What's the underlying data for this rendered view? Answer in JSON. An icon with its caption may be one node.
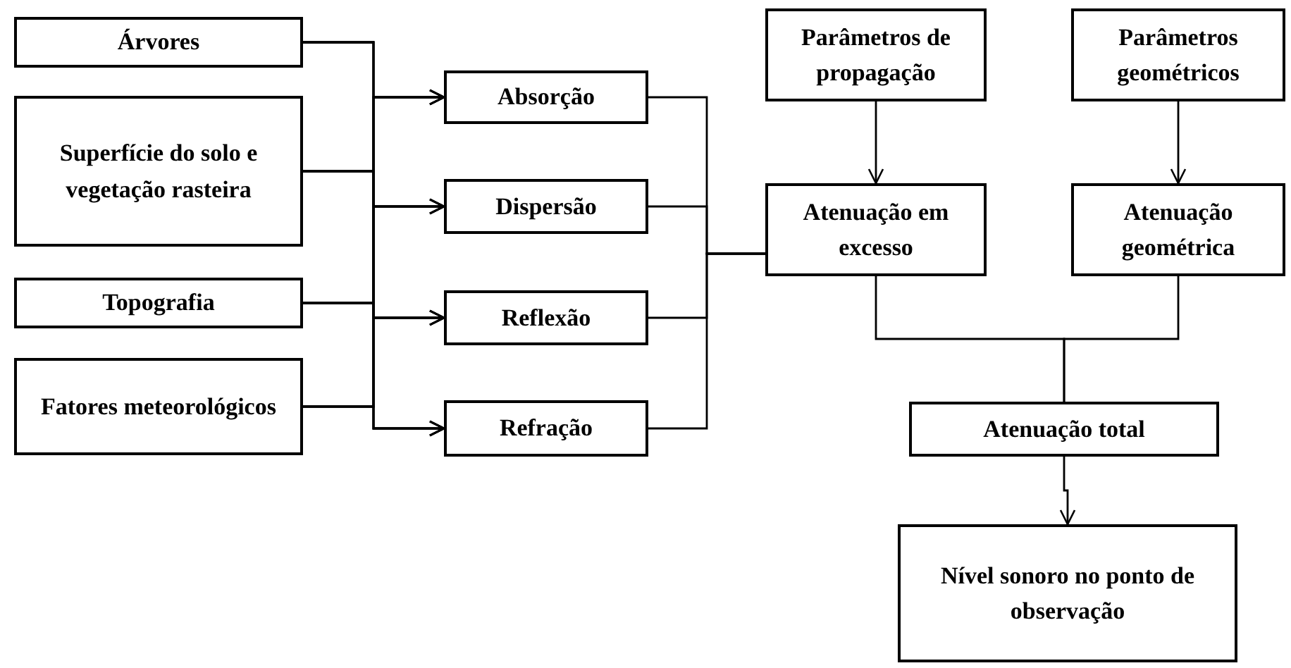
{
  "diagram": {
    "nodes": [
      {
        "text": [
          "Árvores"
        ]
      },
      {
        "text": [
          "Superfície do solo e vegetação rasteira"
        ]
      },
      {
        "text": [
          "Topografia"
        ]
      },
      {
        "text": [
          "Fatores meteorológicos"
        ]
      },
      {
        "text": [
          "Absorção"
        ]
      },
      {
        "text": [
          "Dispersão"
        ]
      },
      {
        "text": [
          "Reflexão"
        ]
      },
      {
        "text": [
          "Refração"
        ]
      },
      {
        "text": [
          "Parâmetros de propagação"
        ]
      },
      {
        "text": [
          "Parâmetros geométricos"
        ]
      },
      {
        "text": [
          "Atenuação em excesso"
        ]
      },
      {
        "text": [
          "Atenuação geométrica"
        ]
      },
      {
        "text": [
          "Atenuação total"
        ]
      },
      {
        "text": [
          "Nível sonoro no ponto de observação"
        ]
      }
    ],
    "edges": [
      {
        "from": 0,
        "to": 4,
        "arrow": "to"
      },
      {
        "from": 0,
        "to": 5,
        "arrow": "to"
      },
      {
        "from": 0,
        "to": 6,
        "arrow": "to"
      },
      {
        "from": 0,
        "to": 7,
        "arrow": "to"
      },
      {
        "from": 1,
        "to": 4,
        "arrow": "to"
      },
      {
        "from": 1,
        "to": 5,
        "arrow": "to"
      },
      {
        "from": 1,
        "to": 6,
        "arrow": "to"
      },
      {
        "from": 1,
        "to": 7,
        "arrow": "to"
      },
      {
        "from": 2,
        "to": 4,
        "arrow": "to"
      },
      {
        "from": 2,
        "to": 5,
        "arrow": "to"
      },
      {
        "from": 2,
        "to": 6,
        "arrow": "to"
      },
      {
        "from": 2,
        "to": 7,
        "arrow": "to"
      },
      {
        "from": 3,
        "to": 4,
        "arrow": "to"
      },
      {
        "from": 3,
        "to": 5,
        "arrow": "to"
      },
      {
        "from": 3,
        "to": 6,
        "arrow": "to"
      },
      {
        "from": 3,
        "to": 7,
        "arrow": "to"
      },
      {
        "from": 4,
        "to": 10,
        "arrow": "none"
      },
      {
        "from": 5,
        "to": 10,
        "arrow": "none"
      },
      {
        "from": 6,
        "to": 10,
        "arrow": "none"
      },
      {
        "from": 7,
        "to": 10,
        "arrow": "none"
      },
      {
        "from": 8,
        "to": 10,
        "arrow": "to"
      },
      {
        "from": 9,
        "to": 11,
        "arrow": "to"
      },
      {
        "from": 10,
        "to": 12,
        "arrow": "none"
      },
      {
        "from": 11,
        "to": 12,
        "arrow": "none"
      },
      {
        "from": 12,
        "to": 13,
        "arrow": "to"
      }
    ]
  }
}
